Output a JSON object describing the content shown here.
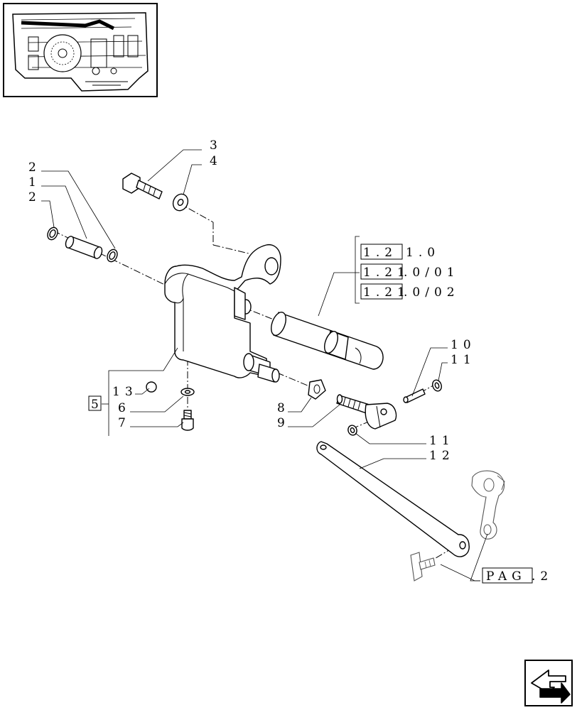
{
  "callouts": {
    "c3": "3",
    "c4": "4",
    "c2a": "2",
    "c1": "1",
    "c2b": "2",
    "c5": "5",
    "c13": "13",
    "c6": "6",
    "c7": "7",
    "c8": "8",
    "c9": "9",
    "c10": "10",
    "c11a": "11",
    "c11b": "11",
    "c12": "12"
  },
  "references": {
    "ref1_box": "1.2",
    "ref1_rest": "1.0",
    "ref2_box": "1.21",
    "ref2_rest": ".0/01",
    "ref3_box": "1.21",
    "ref3_rest": ".0/02",
    "pag_box": "PAG",
    "pag_rest": ".2"
  },
  "icons": {
    "thumbnail": "transmission-housing-thumbnail",
    "nav": "next-page-arrow-icon"
  }
}
